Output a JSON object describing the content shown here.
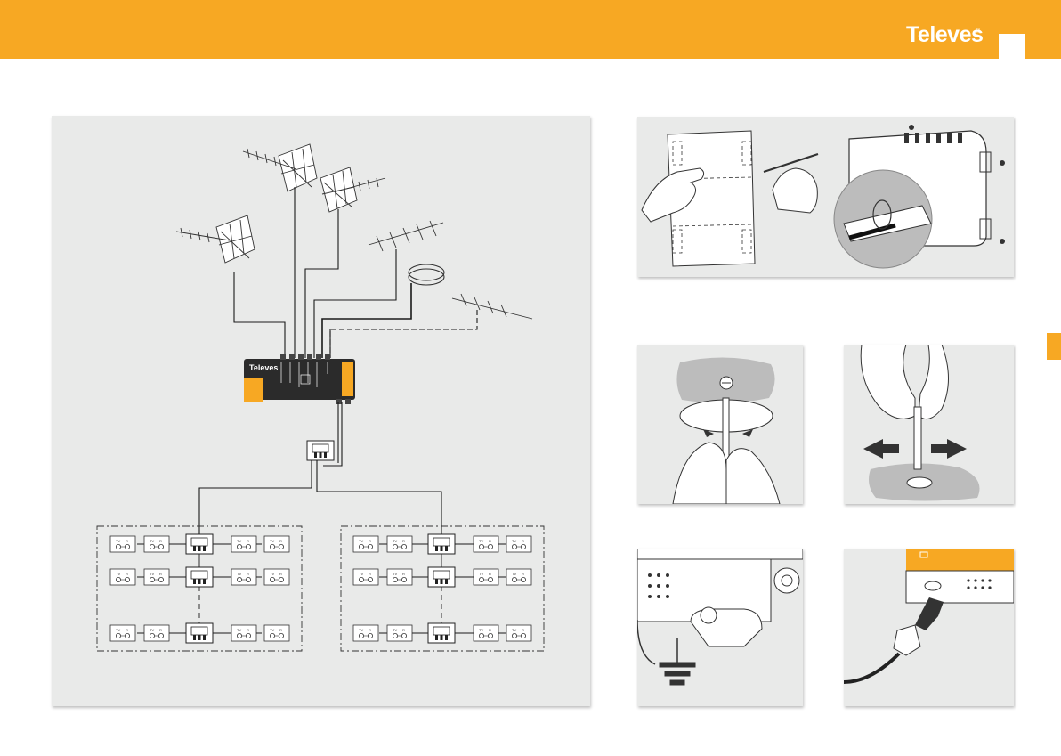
{
  "brand": {
    "name": "Televes",
    "mark": "®"
  },
  "diagram": {
    "device_brand": "Televes"
  },
  "colors": {
    "accent": "#f7a823",
    "panel": "#e9eae9",
    "line": "#1a1a1a",
    "device": "#2b2b2b"
  },
  "install_steps": [
    {
      "name": "mark-wall-template",
      "icon": "hand-pencil-template"
    },
    {
      "name": "screw-mount-amplifier",
      "icon": "screwdriver-mount"
    },
    {
      "name": "rotate-screwdriver",
      "icon": "screwdriver-rotate"
    },
    {
      "name": "push-apart-clip",
      "icon": "fingers-arrows"
    },
    {
      "name": "earth-ground-connection",
      "icon": "ground-icon"
    },
    {
      "name": "power-cable-connect",
      "icon": "power-plug"
    }
  ]
}
